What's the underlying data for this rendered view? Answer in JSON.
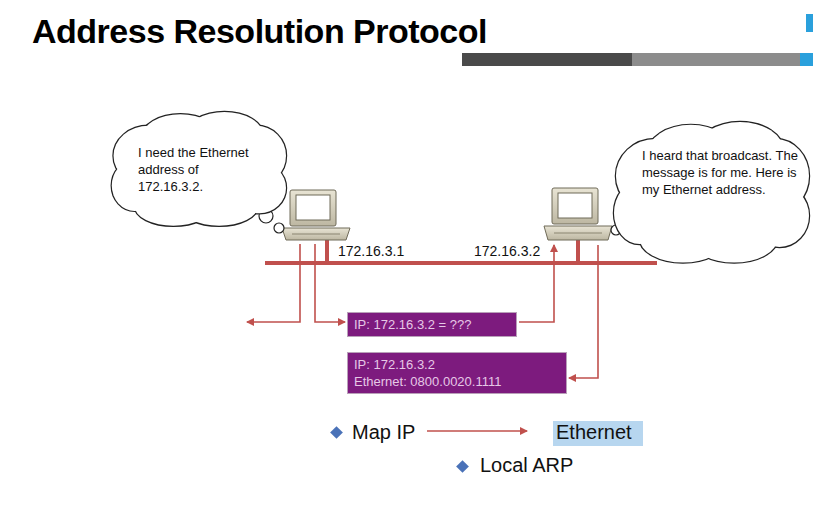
{
  "diagram": {
    "title": "Address Resolution Protocol",
    "nodes": [
      {
        "text": [
          "I need the Ethernet address of 172.16.3.2."
        ]
      },
      {
        "text": [
          "I heard that broadcast. The message is for me. Here is my Ethernet address."
        ]
      },
      {
        "text": [
          "IP: 172.16.3.2 = ???"
        ]
      },
      {
        "text": [
          "IP: 172.16.3.2",
          "Ethernet: 0800.0020.1111"
        ]
      }
    ],
    "labels": [
      "172.16.3.1",
      "172.16.3.2",
      "Map IP",
      "Ethernet",
      "Local ARP"
    ]
  }
}
